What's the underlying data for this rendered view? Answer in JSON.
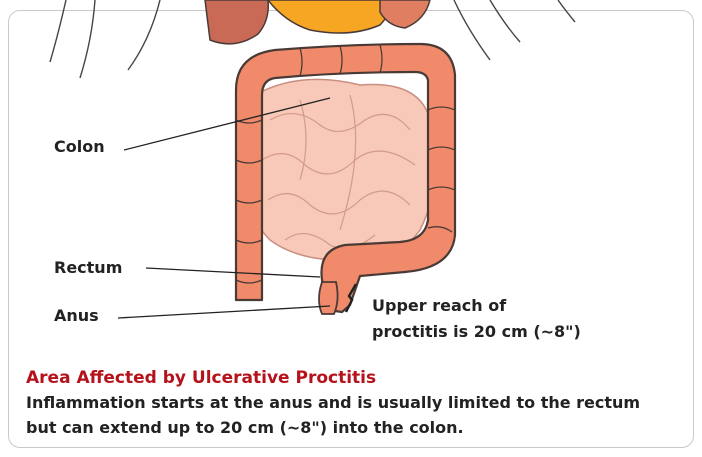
{
  "labels": {
    "colon": "Colon",
    "rectum": "Rectum",
    "anus": "Anus",
    "note_line1": "Upper reach of",
    "note_line2": "proctitis is 20 cm (~8\")"
  },
  "caption": {
    "title": "Area Affected by Ulcerative Proctitis",
    "body": "Inflammation starts at the anus and is usually limited to the rectum but can extend up to 20 cm (~8\") into the colon."
  },
  "colors": {
    "colon": "#f08a6a",
    "colon_outline": "#4a3a36",
    "small_intestine": "#f8c8b8",
    "title": "#b5121b",
    "stomach": "#f6a623"
  },
  "icons": [
    "anatomy-colon-illustration"
  ]
}
